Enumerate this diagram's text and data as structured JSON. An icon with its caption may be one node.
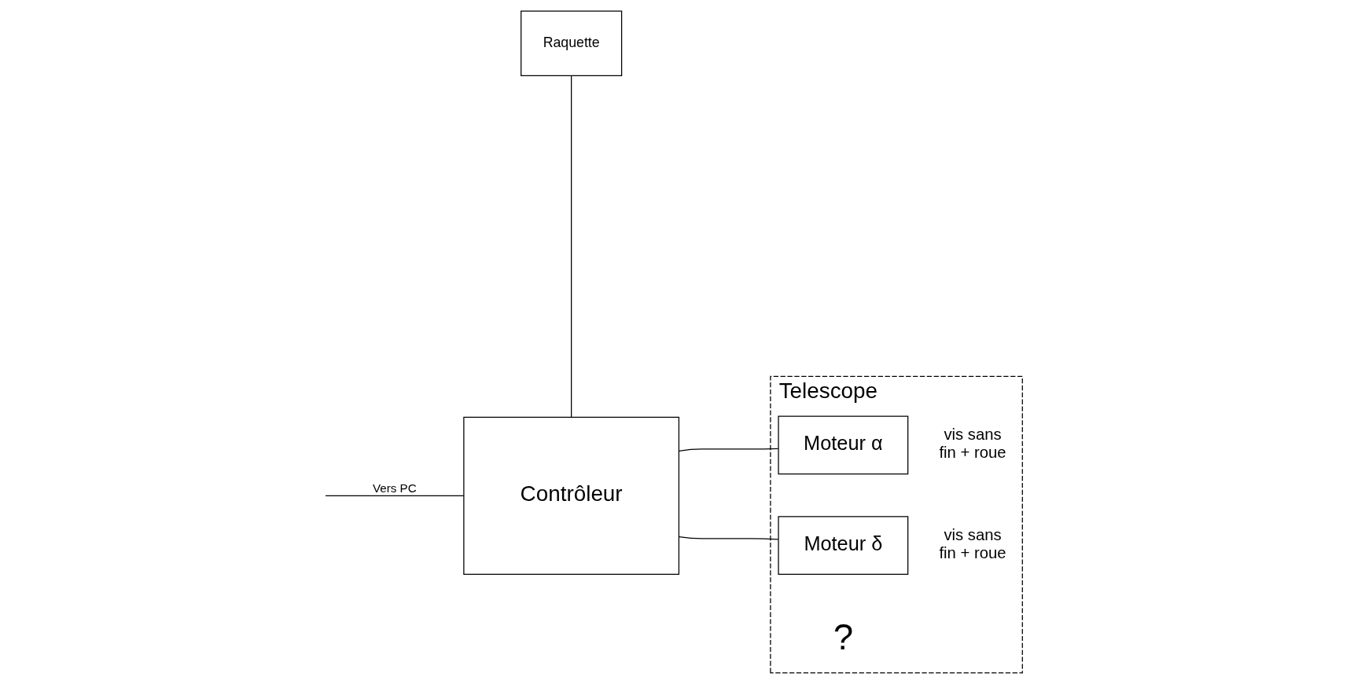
{
  "diagram": {
    "nodes": [
      {
        "text": [
          "Raquette"
        ]
      },
      {
        "text": [
          "Contrôleur"
        ]
      },
      {
        "text": [
          "Telescope"
        ]
      },
      {
        "text": [
          "Moteur α"
        ],
        "in": 2,
        "beside": [
          "vis sans fin + roue"
        ]
      },
      {
        "text": [
          "Moteur δ"
        ],
        "in": 2,
        "beside": [
          "vis sans fin + roue"
        ]
      }
    ],
    "edges": [
      {
        "from": 0,
        "to": 1,
        "arrow": "none"
      },
      {
        "from": 1,
        "to": null,
        "arrow": "none",
        "label": "Vers PC"
      },
      {
        "from": 1,
        "to": 3,
        "arrow": "none"
      },
      {
        "from": 1,
        "to": 4,
        "arrow": "none"
      }
    ],
    "labels": [
      "?"
    ]
  }
}
